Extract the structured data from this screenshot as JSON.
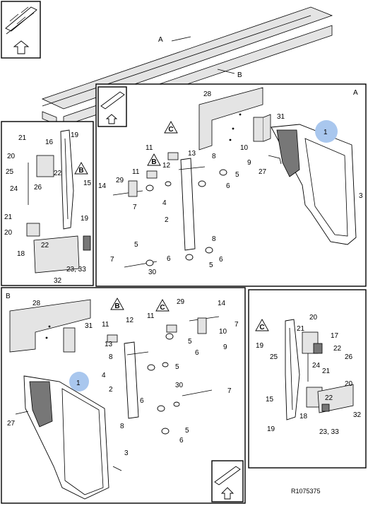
{
  "reference_code": "R1075375",
  "top_labels": {
    "a": "A",
    "b": "B"
  },
  "panels": {
    "A": {
      "letter": "A"
    },
    "B": {
      "letter": "B"
    }
  },
  "detail_markers": [
    "A",
    "B",
    "C"
  ],
  "callouts": {
    "highlighted": "1",
    "panel_A": [
      "28",
      "31",
      "1",
      "10",
      "9",
      "8",
      "13",
      "12",
      "11",
      "5",
      "6",
      "27",
      "29",
      "14",
      "7",
      "4",
      "3",
      "2",
      "8",
      "5",
      "6",
      "7",
      "30",
      "5",
      "6"
    ],
    "panel_B": [
      "28",
      "31",
      "29",
      "14",
      "12",
      "11",
      "7",
      "10",
      "9",
      "13",
      "8",
      "6",
      "5",
      "4",
      "2",
      "1",
      "30",
      "7",
      "6",
      "5",
      "27",
      "3",
      "8",
      "5",
      "6"
    ],
    "detail_left": [
      "21",
      "16",
      "19",
      "20",
      "25",
      "22",
      "26",
      "24",
      "15",
      "21",
      "19",
      "20",
      "18",
      "22",
      "23, 33",
      "32"
    ],
    "detail_right": [
      "20",
      "21",
      "17",
      "19",
      "25",
      "22",
      "26",
      "24",
      "21",
      "15",
      "20",
      "22",
      "18",
      "32",
      "19",
      "23, 33"
    ]
  },
  "icons": [
    "shelf-view-orientation-icon",
    "up-arrow-icon"
  ]
}
